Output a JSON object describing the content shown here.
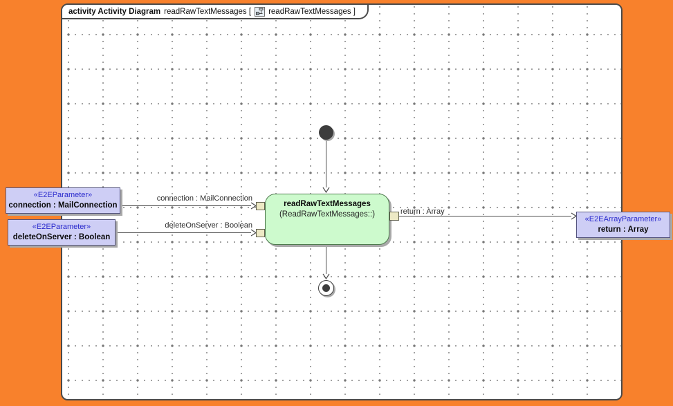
{
  "colors": {
    "canvas": "#F8812C",
    "frame-bg": "#FFFFFF",
    "frame-border": "#4A4A4A",
    "param-fill": "#CECEF5",
    "param-border": "#55557F",
    "stereotype-text": "#2B2BCD",
    "action-fill": "#CDFACD",
    "action-border": "#4E7A4E",
    "pin-fill": "#EDE9C5",
    "edge": "#4D4D4D",
    "shadow": "#A9A9A9",
    "node": "#3D3D3D"
  },
  "title": {
    "keyword": "activity Activity Diagram",
    "name_with_bracket": "readRawTextMessages [",
    "ref_with_bracket": "readRawTextMessages ]"
  },
  "action": {
    "name": "readRawTextMessages",
    "qualifier": "(ReadRawTextMessages::)"
  },
  "parameters": {
    "connection": {
      "stereotype": "«E2EParameter»",
      "name": "connection : MailConnection"
    },
    "delete_on_server": {
      "stereotype": "«E2EParameter»",
      "name": "deleteOnServer : Boolean"
    },
    "return": {
      "stereotype": "«E2EArrayParameter»",
      "name": "return : Array"
    }
  },
  "edge_labels": {
    "connection": "connection : MailConnection",
    "delete_on_server": "deleteOnServer : Boolean",
    "return": "return : Array"
  }
}
